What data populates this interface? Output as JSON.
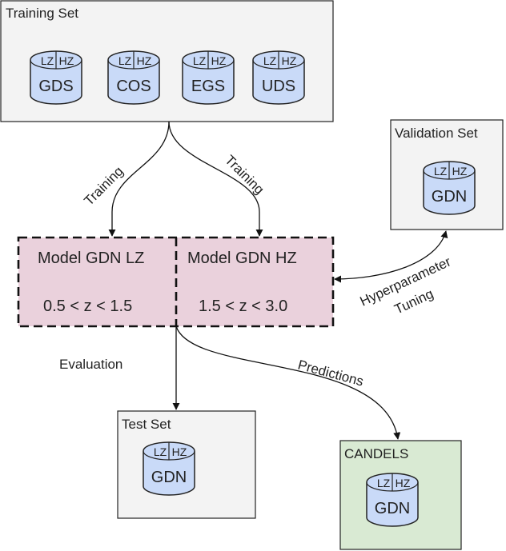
{
  "training_set": {
    "title": "Training Set",
    "datasets": [
      {
        "name": "GDS",
        "left": "LZ",
        "right": "HZ"
      },
      {
        "name": "COS",
        "left": "LZ",
        "right": "HZ"
      },
      {
        "name": "EGS",
        "left": "LZ",
        "right": "HZ"
      },
      {
        "name": "UDS",
        "left": "LZ",
        "right": "HZ"
      }
    ]
  },
  "validation_set": {
    "title": "Validation Set",
    "dataset": {
      "name": "GDN",
      "left": "LZ",
      "right": "HZ"
    }
  },
  "test_set": {
    "title": "Test Set",
    "dataset": {
      "name": "GDN",
      "left": "LZ",
      "right": "HZ"
    }
  },
  "candels": {
    "title": "CANDELS",
    "dataset": {
      "name": "GDN",
      "left": "LZ",
      "right": "HZ"
    }
  },
  "models": {
    "lz": {
      "title": "Model GDN LZ",
      "range": "0.5 < z < 1.5"
    },
    "hz": {
      "title": "Model GDN HZ",
      "range": "1.5 < z < 3.0"
    }
  },
  "edges": {
    "training_left": "Training",
    "training_right": "Training",
    "hyperparameter_line1": "Hyperparameter",
    "hyperparameter_line2": "Tuning",
    "evaluation": "Evaluation",
    "predictions": "Predictions"
  },
  "colors": {
    "set_box": "#f3f3f3",
    "model_box": "#ead1dc",
    "candels_box": "#d9ead3",
    "cylinder": "#c9daf8"
  }
}
